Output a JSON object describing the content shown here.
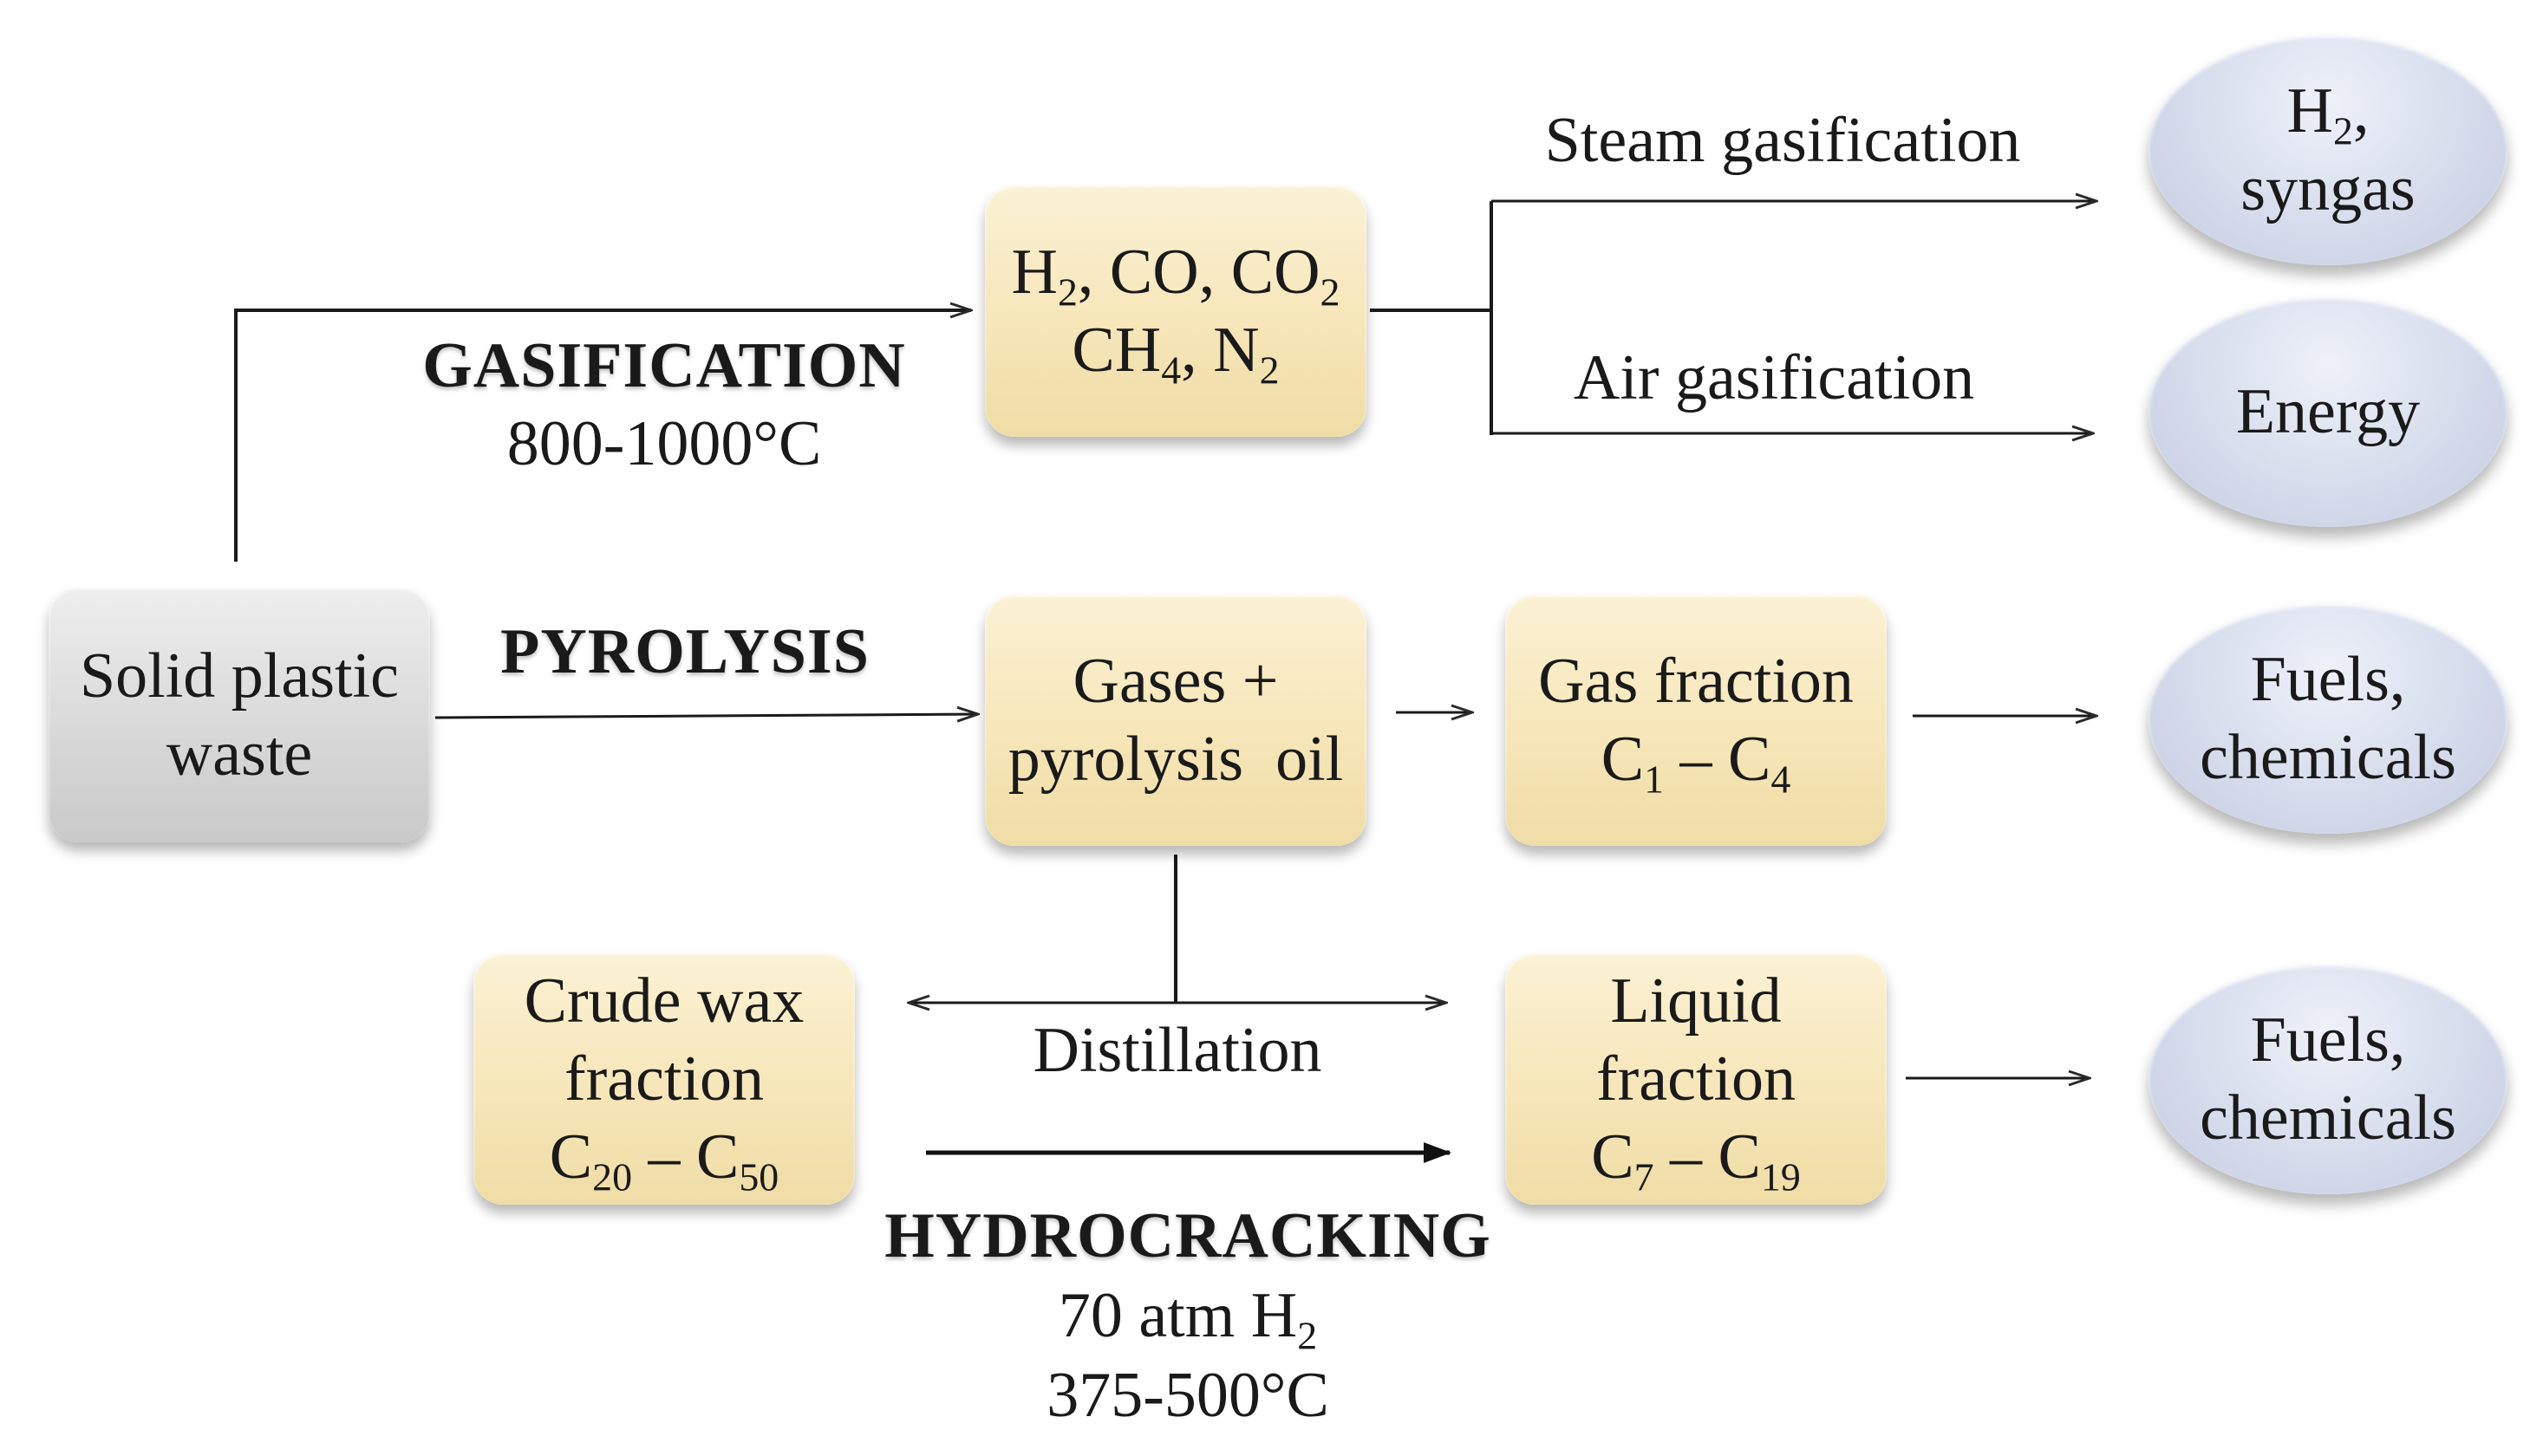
{
  "nodes": {
    "source": {
      "line1": "Solid plastic",
      "line2": "waste"
    },
    "gas_products": {
      "line1_a": "H",
      "line1_a_sub": "2",
      "line1_b": ", CO, CO",
      "line1_b_sub": "2",
      "line2_a": "CH",
      "line2_a_sub": "4",
      "line2_b": ", N",
      "line2_b_sub": "2"
    },
    "pyrolysis_products": {
      "line1": "Gases +",
      "line2": "pyrolysis  oil"
    },
    "gas_fraction": {
      "line1": "Gas fraction",
      "line2_a": "C",
      "line2_a_sub": "1",
      "line2_b": " – C",
      "line2_b_sub": "4"
    },
    "crude_wax": {
      "line1": "Crude wax",
      "line2": "fraction",
      "line3_a": "C",
      "line3_a_sub": "20",
      "line3_b": " – C",
      "line3_b_sub": "50"
    },
    "liquid_fraction": {
      "line1": "Liquid",
      "line2": "fraction",
      "line3_a": "C",
      "line3_a_sub": "7",
      "line3_b": " – C",
      "line3_b_sub": "19"
    }
  },
  "outputs": {
    "h2_syngas": {
      "line1_a": "H",
      "line1_a_sub": "2",
      "line1_b": ",",
      "line2": "syngas"
    },
    "energy": {
      "line1": "Energy"
    },
    "fuels_1": {
      "line1": "Fuels,",
      "line2": "chemicals"
    },
    "fuels_2": {
      "line1": "Fuels,",
      "line2": "chemicals"
    }
  },
  "labels": {
    "gasification": {
      "title": "GASIFICATION",
      "temp": "800-1000°C"
    },
    "pyrolysis": {
      "title": "PYROLYSIS"
    },
    "steam_gasification": "Steam gasification",
    "air_gasification": "Air gasification",
    "distillation": "Distillation",
    "hydrocracking": {
      "title": "HYDROCRACKING",
      "pressure_a": "70 atm H",
      "pressure_sub": "2",
      "temp": "375-500°C"
    }
  }
}
